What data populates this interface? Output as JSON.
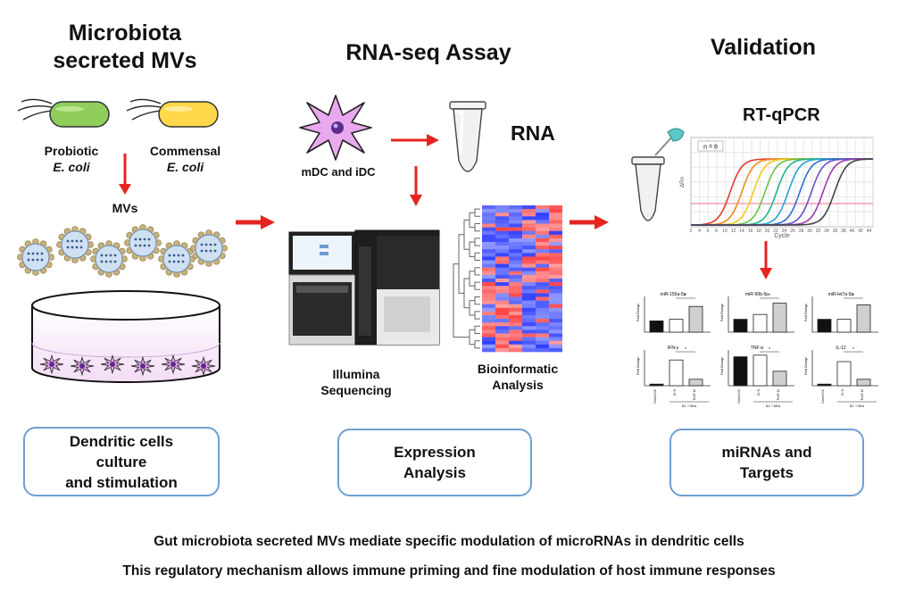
{
  "columns": {
    "left": {
      "title_line1": "Microbiota",
      "title_line2": "secreted MVs"
    },
    "middle": {
      "title": "RNA-seq Assay"
    },
    "right": {
      "title": "Validation"
    }
  },
  "left_panel": {
    "bacteria1_line1": "Probiotic",
    "bacteria1_line2": "E. coli",
    "bacteria2_line1": "Commensal",
    "bacteria2_line2": "E. coli",
    "mvs_label": "MVs",
    "box_line1": "Dendritic cells",
    "box_line2": "culture",
    "box_line3": "and stimulation"
  },
  "middle_panel": {
    "dc_label": "mDC and iDC",
    "rna_label": "RNA",
    "seq_line1": "Illumina",
    "seq_line2": "Sequencing",
    "bio_line1": "Bioinformatic",
    "bio_line2": "Analysis",
    "box_line1": "Expression",
    "box_line2": "Analysis"
  },
  "right_panel": {
    "qpcr_label": "RT-qPCR",
    "amplification_legend": "n = 8",
    "amplification_xlabel": "Cycle",
    "amplification_ylabel": "ΔRn",
    "amplification_ticks": [
      "2",
      "4",
      "6",
      "8",
      "10",
      "12",
      "14",
      "16",
      "18",
      "20",
      "22",
      "24",
      "26",
      "28",
      "30",
      "32",
      "34",
      "36",
      "38",
      "40",
      "42",
      "44"
    ],
    "mini_chart_titles": [
      "miR-155a-5p",
      "miR-99b-5p",
      "miR-let7a-5p",
      "IFN-γ",
      "TNF-α",
      "IL-12"
    ],
    "mini_chart_ylabel": "Fold Change",
    "mini_chart_xcats": [
      "Control DC",
      "Ec N",
      "EcoR 12"
    ],
    "mini_chart_group": "DC + MVs",
    "box_line1": "miRNAs and",
    "box_line2": "Targets"
  },
  "colors": {
    "arrow": "#e52420",
    "box_border": "#6f9fd4",
    "probiotic": "#8fce5a",
    "commensal": "#ffd84a",
    "dc_cell": "#e9a9ee",
    "heat_red": "#e84040",
    "heat_blue": "#3a5fe0"
  },
  "caption_line1": "Gut microbiota secreted MVs mediate specific modulation of microRNAs in dendritic cells",
  "caption_line2": "This regulatory mechanism allows immune priming and fine modulation of host immune responses"
}
